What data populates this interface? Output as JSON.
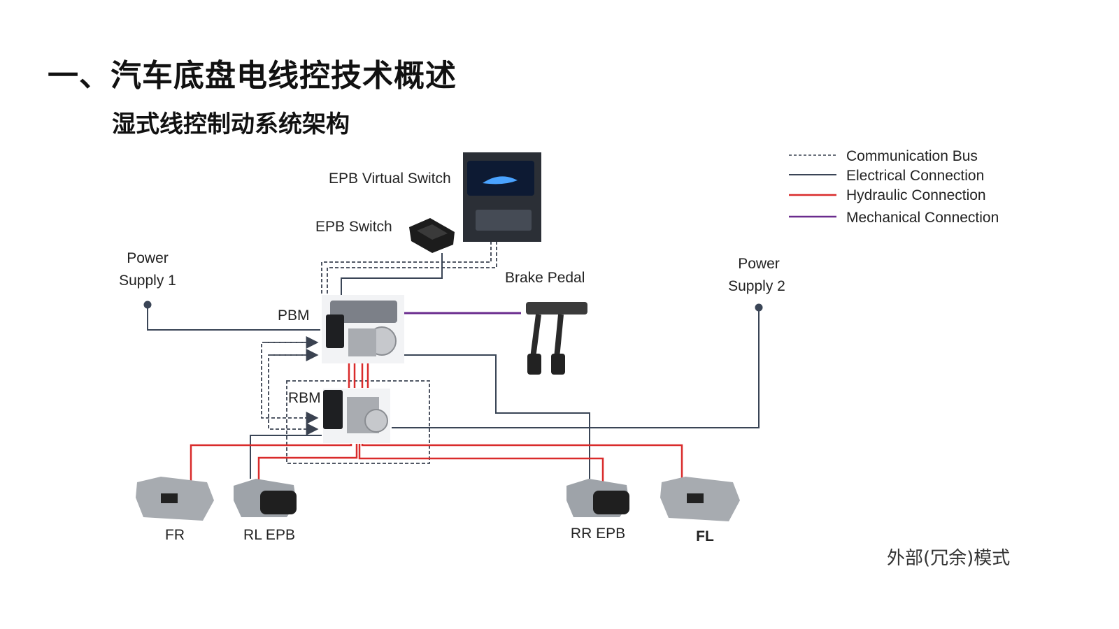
{
  "slide": {
    "title": "一、汽车底盘电线控技术概述",
    "subtitle": "湿式线控制动系统架构",
    "note": "外部(冗余)模式"
  },
  "legend": {
    "communication_bus": "Communication Bus",
    "electrical_connection": "Electrical Connection",
    "hydraulic_connection": "Hydraulic Connection",
    "mechanical_connection": "Mechanical Connection"
  },
  "labels": {
    "epb_virtual_switch": "EPB Virtual Switch",
    "epb_switch": "EPB Switch",
    "power_supply_1_line1": "Power",
    "power_supply_1_line2": "Supply 1",
    "power_supply_2_line1": "Power",
    "power_supply_2_line2": "Supply 2",
    "brake_pedal": "Brake Pedal",
    "pbm": "PBM",
    "rbm": "RBM",
    "fr": "FR",
    "rl_epb": "RL EPB",
    "rr_epb": "RR EPB",
    "fl": "FL"
  },
  "colors": {
    "communication": "#3a4250",
    "electrical": "#3a4556",
    "hydraulic": "#d92b2b",
    "mechanical": "#6a2c8e"
  }
}
